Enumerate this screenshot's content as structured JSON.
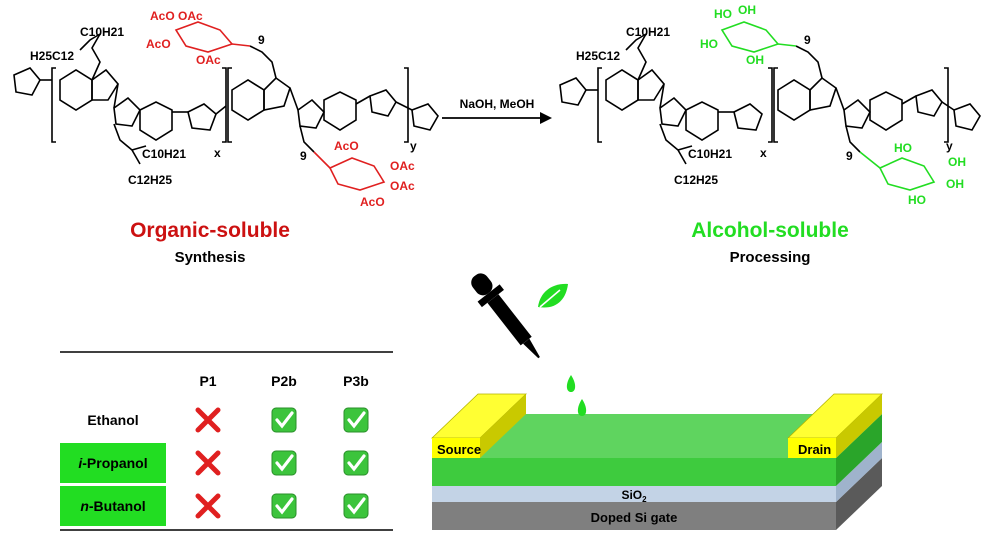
{
  "reaction": {
    "reagents": "NaOH, MeOH"
  },
  "left_polymer": {
    "label": "Organic-soluble",
    "sublabel": "Synthesis",
    "label_color": "#cc1111",
    "alkyl_top_1": "C10H21",
    "alkyl_top_2": "H25C12",
    "alkyl_bottom_1": "C10H21",
    "alkyl_bottom_2": "C12H25",
    "sugar_groups": [
      "AcO",
      "OAc",
      "AcO",
      "OAc",
      "AcO",
      "OAc",
      "AcO",
      "OAc"
    ],
    "spacer": "9",
    "repeat_x": "x",
    "repeat_y": "y"
  },
  "right_polymer": {
    "label": "Alcohol-soluble",
    "sublabel": "Processing",
    "label_color": "#22dd22",
    "alkyl_top_1": "C10H21",
    "alkyl_top_2": "H25C12",
    "alkyl_bottom_1": "C10H21",
    "alkyl_bottom_2": "C12H25",
    "sugar_groups": [
      "HO",
      "OH",
      "HO",
      "OH",
      "HO",
      "OH",
      "HO",
      "OH"
    ],
    "spacer": "9",
    "repeat_x": "x",
    "repeat_y": "y"
  },
  "table": {
    "columns": [
      "P1",
      "P2b",
      "P3b"
    ],
    "rows": [
      {
        "solvent_prefix": "",
        "solvent": "Ethanol",
        "highlight": false,
        "results": [
          "no",
          "yes",
          "yes"
        ]
      },
      {
        "solvent_prefix": "i",
        "solvent": "-Propanol",
        "highlight": true,
        "results": [
          "no",
          "yes",
          "yes"
        ]
      },
      {
        "solvent_prefix": "n",
        "solvent": "-Butanol",
        "highlight": true,
        "results": [
          "no",
          "yes",
          "yes"
        ]
      }
    ],
    "highlight_color": "#22dd22"
  },
  "device": {
    "source_label": "Source",
    "drain_label": "Drain",
    "dielectric_label": "SiO",
    "dielectric_sub": "2",
    "gate_label": "Doped Si gate",
    "icons": [
      "dropper-icon",
      "leaf-icon",
      "droplet-icon"
    ]
  }
}
